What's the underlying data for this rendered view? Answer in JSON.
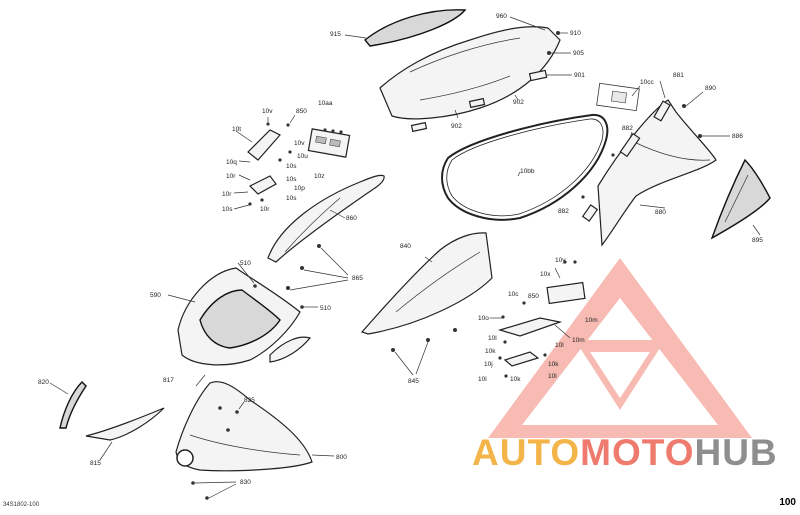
{
  "labels": {
    "l915": "915",
    "l960": "960",
    "l910": "910",
    "l905": "905",
    "l901": "901",
    "l902a": "902",
    "l902b": "902",
    "l881": "881",
    "l10cc": "10cc",
    "l890": "890",
    "l882a": "882",
    "l882b": "882",
    "l886": "886",
    "l10bb": "10bb",
    "l880": "880",
    "l895": "895",
    "l10v1": "10v",
    "l850a": "850",
    "l10aa": "10aa",
    "l10t": "10t",
    "l10v2": "10v",
    "l10u": "10u",
    "l10q": "10q",
    "l10s1": "10s",
    "l10p": "10p",
    "l10r": "10r",
    "l10s2": "10s",
    "l10z": "10z",
    "l10r2": "10r",
    "l10s3": "10s",
    "l860": "860",
    "l840": "840",
    "l865": "865",
    "l510a": "510",
    "l590": "590",
    "l510b": "510",
    "l10y": "10y",
    "l10x": "10x",
    "l10c": "10c",
    "l850b": "850",
    "l10o": "10o",
    "l10m1": "10m",
    "l10m2": "10m",
    "l10l1": "10l",
    "l10k1": "10k",
    "l10j": "10j",
    "l10k2": "10k",
    "l10l2": "10l",
    "l10l3": "10l",
    "l10k3": "10k",
    "l817": "817",
    "l845": "845",
    "l820": "820",
    "l825": "825",
    "l815": "815",
    "l800": "800",
    "l830": "830"
  },
  "footer": {
    "drawing_id": "34S1802-100",
    "page": "100"
  },
  "watermark": {
    "part1": "AUTO",
    "part2": "MOTO",
    "part3": "HUB",
    "colors": {
      "auto": "#f3b44a",
      "moto": "#ee7b6e",
      "hub": "#8e8e8e"
    }
  }
}
